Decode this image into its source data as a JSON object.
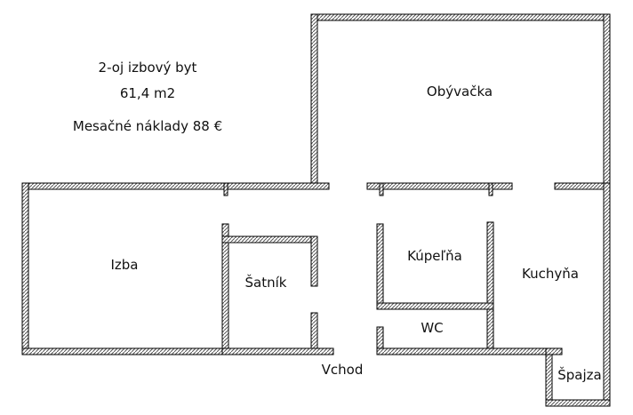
{
  "info": {
    "title": "2-oj izbový byt",
    "area": "61,4 m2",
    "monthly_cost": "Mesačné náklady 88 €"
  },
  "rooms": {
    "living_room": "Obývačka",
    "room": "Izba",
    "wardrobe": "Šatník",
    "bathroom": "Kúpeľňa",
    "kitchen": "Kuchyňa",
    "wc": "WC",
    "pantry": "Špajza",
    "entrance": "Vchod"
  },
  "colors": {
    "wall": "#808080",
    "wall_outline": "#000000",
    "background": "#ffffff"
  }
}
